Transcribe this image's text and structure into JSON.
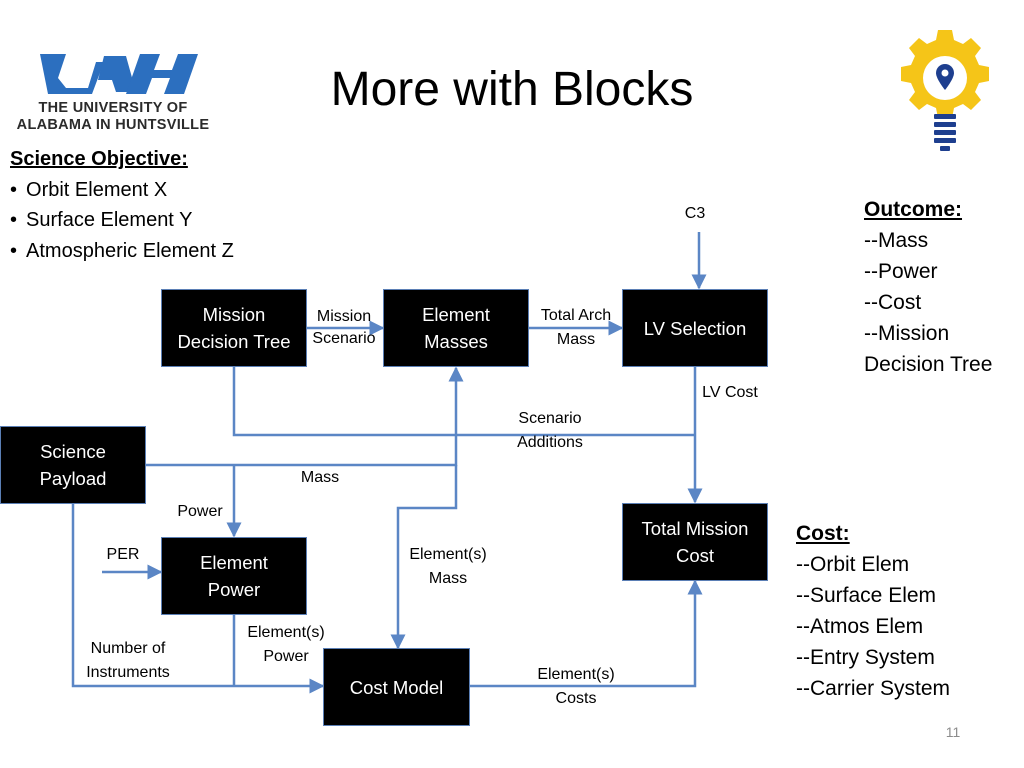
{
  "title": "More with Blocks",
  "logo": {
    "line1": "THE UNIVERSITY OF",
    "line2": "ALABAMA IN HUNTSVILLE",
    "brand_color": "#2c6fbf"
  },
  "gear_icon": {
    "gear_color": "#f5c518",
    "bulb_color": "#1e3f8f"
  },
  "science_objective": {
    "heading": "Science Objective:",
    "items": [
      "Orbit Element X",
      "Surface Element Y",
      "Atmospheric Element Z"
    ]
  },
  "outcome": {
    "heading": "Outcome:",
    "items": [
      "--Mass",
      "--Power",
      "--Cost",
      "--Mission",
      "Decision Tree"
    ]
  },
  "cost": {
    "heading": "Cost:",
    "items": [
      "--Orbit Elem",
      "--Surface Elem",
      "--Atmos Elem",
      "--Entry System",
      "--Carrier System"
    ]
  },
  "blocks": {
    "mission_tree": [
      "Mission",
      "Decision Tree"
    ],
    "element_masses": [
      "Element",
      "Masses"
    ],
    "lv_selection": [
      "LV Selection"
    ],
    "science_payload": [
      "Science",
      "Payload"
    ],
    "element_power": [
      "Element",
      "Power"
    ],
    "total_cost": [
      "Total Mission",
      "Cost"
    ],
    "cost_model": [
      "Cost Model"
    ]
  },
  "labels": {
    "c3": "C3",
    "mission_scenario": [
      "Mission",
      "Scenario"
    ],
    "total_arch_mass": [
      "Total Arch",
      "Mass"
    ],
    "lv_cost": "LV Cost",
    "scenario_additions": [
      "Scenario",
      "Additions"
    ],
    "mass": "Mass",
    "power": "Power",
    "per": "PER",
    "elements_mass": [
      "Element(s)",
      "Mass"
    ],
    "elements_power": [
      "Element(s)",
      "Power"
    ],
    "num_instruments": [
      "Number of",
      "Instruments"
    ],
    "elements_costs": [
      "Element(s)",
      "Costs"
    ]
  },
  "colors": {
    "arrow": "#5b86c5",
    "box_fill": "#000000"
  },
  "page_number": "11"
}
